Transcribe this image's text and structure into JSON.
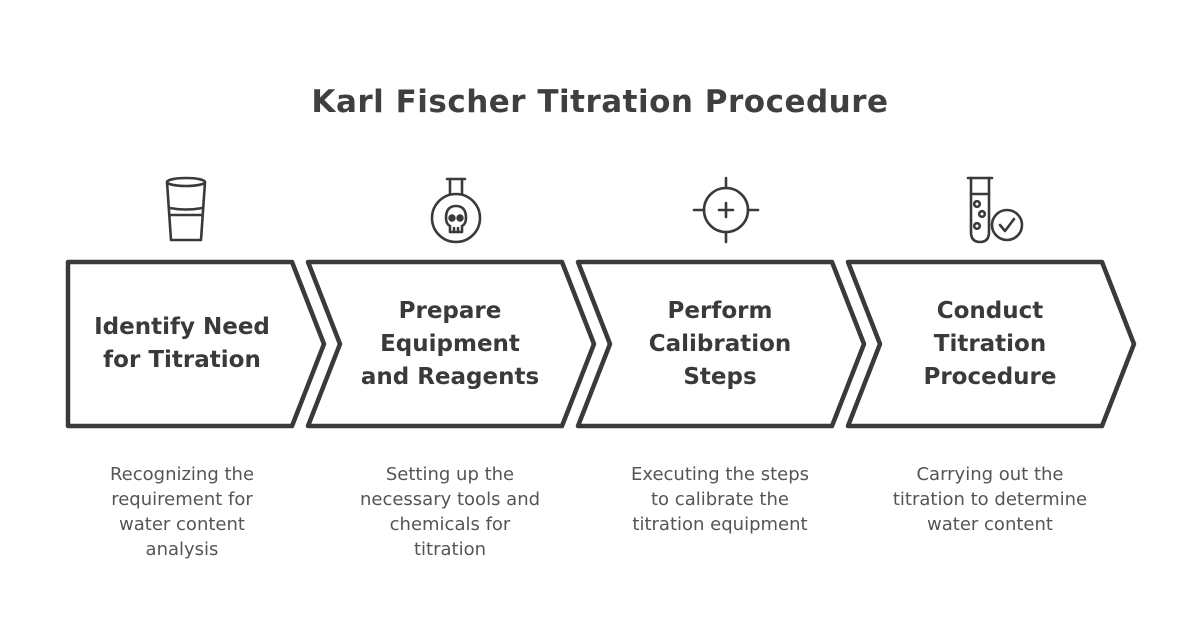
{
  "title": "Karl Fischer Titration Procedure",
  "colors": {
    "stroke": "#3a3a3a",
    "text": "#3a3a3a",
    "desc": "#555555",
    "background": "#ffffff"
  },
  "steps": [
    {
      "icon": "glass-of-water-icon",
      "label": "Identify Need for Titration",
      "description": "Recognizing the requirement for water content analysis"
    },
    {
      "icon": "poison-flask-icon",
      "label": "Prepare Equipment and Reagents",
      "description": "Setting up the necessary tools and chemicals for titration"
    },
    {
      "icon": "crosshair-icon",
      "label": "Perform Calibration Steps",
      "description": "Executing the steps to calibrate the titration equipment"
    },
    {
      "icon": "test-tube-check-icon",
      "label": "Conduct Titration Procedure",
      "description": "Carrying out the titration to determine water content"
    }
  ]
}
